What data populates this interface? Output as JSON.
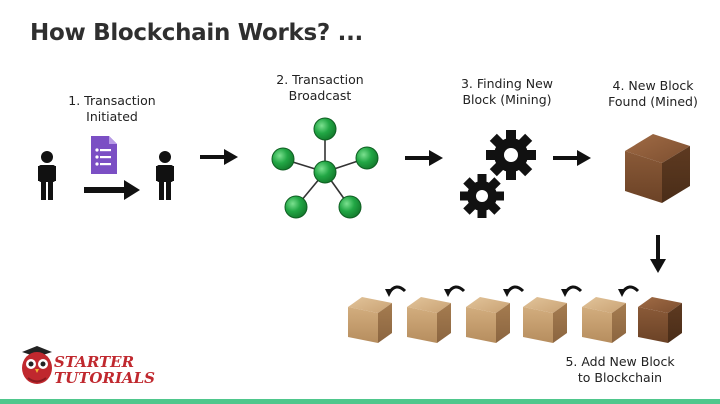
{
  "title": "How Blockchain Works? ...",
  "steps": [
    {
      "label_line1": "1. Transaction",
      "label_line2": "Initiated"
    },
    {
      "label_line1": "2. Transaction",
      "label_line2": "Broadcast"
    },
    {
      "label_line1": "3. Finding New",
      "label_line2": "Block (Mining)"
    },
    {
      "label_line1": "4. New Block",
      "label_line2": "Found (Mined)"
    },
    {
      "label_line1": "5. Add New Block",
      "label_line2": "to Blockchain"
    }
  ],
  "logo": {
    "line1": "STARTER",
    "line2": "TUTORIALS"
  },
  "colors": {
    "node_green": "#22a745",
    "form_purple": "#7b4fc4",
    "block_brown": "#7a4a2c",
    "block_tan": "#c9a274",
    "logo_red": "#c0282e",
    "bottom_bar": "#4fc78c"
  }
}
